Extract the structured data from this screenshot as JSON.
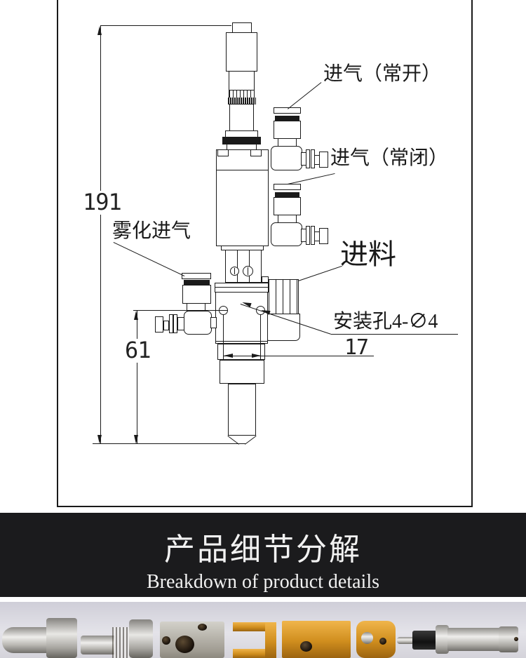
{
  "drawing": {
    "labels": {
      "air_open": "进气（常开）",
      "air_closed": "进气（常闭）",
      "atomizing_air": "雾化进气",
      "feed": "进料",
      "mounting_holes": "安装孔4-∅4"
    },
    "dimensions": {
      "overall_height": "191",
      "lower_height": "61",
      "hole_spacing": "17"
    }
  },
  "banner": {
    "title_zh": "产品细节分解",
    "subtitle_en": "Breakdown of product details"
  },
  "colors": {
    "line": "#1a1a1a",
    "banner_bg": "#1b1b1d",
    "banner_text": "#f2f2f2",
    "photo_bg": "#d8d7de",
    "gold": "#d9952a",
    "silver": "#c9c7c3"
  }
}
